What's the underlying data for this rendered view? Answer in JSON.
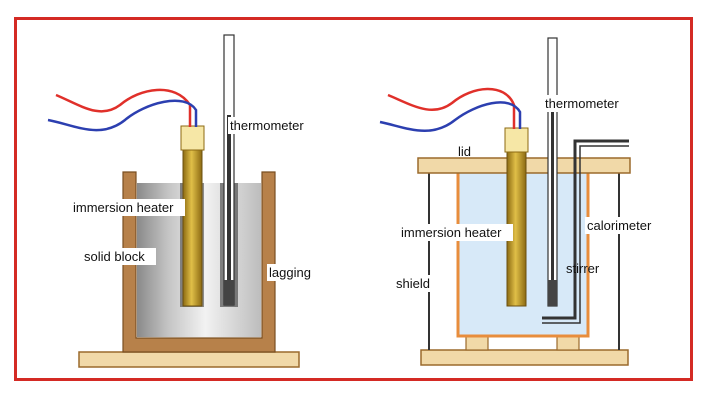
{
  "colors": {
    "frame": "#d42a24",
    "wire_live": "#e0302a",
    "wire_neutral": "#2c3fb0",
    "wood": "#f1d9a8",
    "wood_edge": "#9b6a2c",
    "lagging": "#b7814a",
    "heater": "#c9a227",
    "heater_cap": "#f6e7a6",
    "liquid": "#d7e9f8",
    "calorimeter": "#e88d3c",
    "block_dark": "#7a7a7a",
    "block_light": "#f3f3f3"
  },
  "left_diagram": {
    "labels": {
      "thermometer": "thermometer",
      "immersion_heater": "immersion heater",
      "solid_block": "solid block",
      "lagging": "lagging"
    }
  },
  "right_diagram": {
    "labels": {
      "thermometer": "thermometer",
      "lid": "lid",
      "immersion_heater": "immersion heater",
      "calorimeter": "calorimeter",
      "stirrer": "stirrer",
      "shield": "shield"
    }
  }
}
